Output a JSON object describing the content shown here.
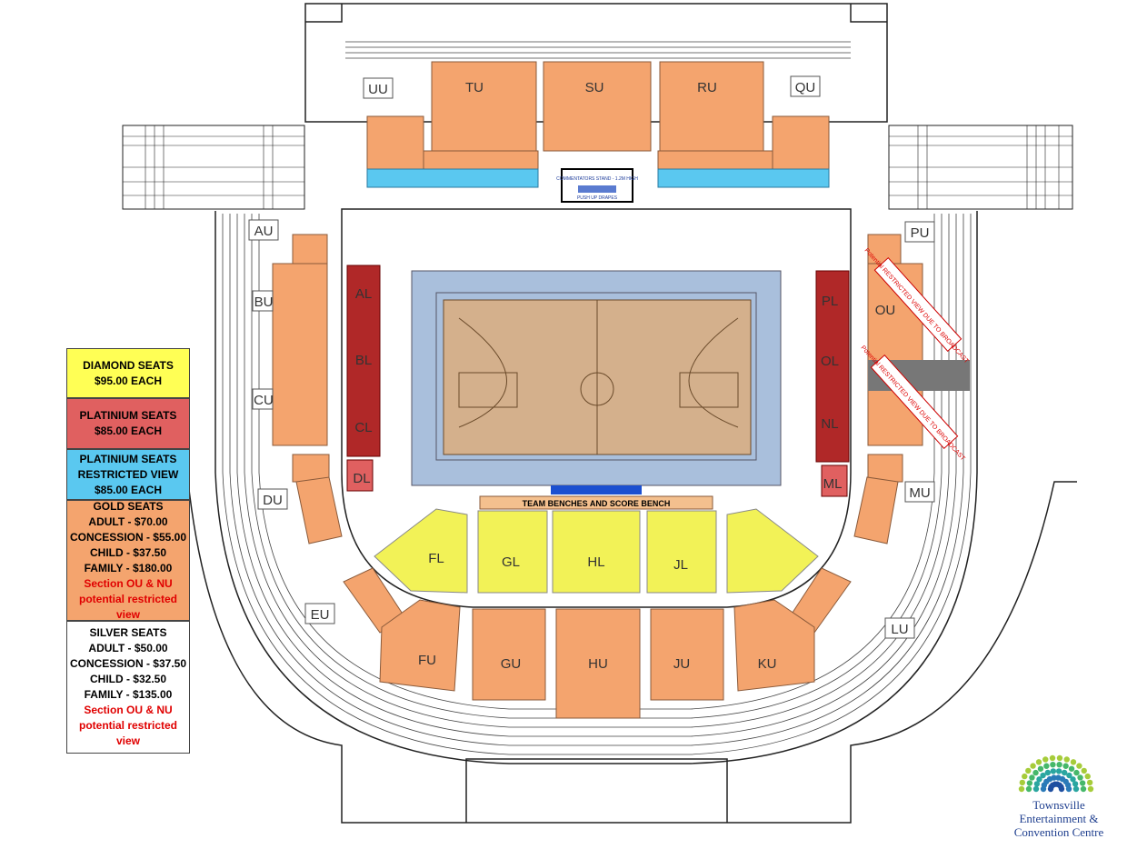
{
  "title": "",
  "legend": [
    {
      "lines": [
        "DIAMOND SEATS",
        "$95.00 EACH"
      ],
      "color": "#ffff55"
    },
    {
      "lines": [
        "PLATINIUM SEATS",
        "$85.00 EACH"
      ],
      "color": "#e06060"
    },
    {
      "lines": [
        "PLATINIUM SEATS",
        "RESTRICTED VIEW",
        "$85.00 EACH"
      ],
      "color": "#5ac8f0"
    },
    {
      "lines": [
        "GOLD SEATS",
        "ADULT - $70.00",
        "CONCESSION - $55.00",
        "CHILD - $37.50",
        "FAMILY - $180.00"
      ],
      "note": [
        "Section OU & NU",
        "potential restricted",
        "view"
      ],
      "color": "#f4a46e"
    },
    {
      "lines": [
        "SILVER SEATS",
        "ADULT - $50.00",
        "CONCESSION - $37.50",
        "CHILD - $32.50",
        "FAMILY - $135.00"
      ],
      "note": [
        "Section OU & NU",
        "potential restricted",
        "view"
      ],
      "color": "#ffffff"
    }
  ],
  "sections": {
    "upper_north": [
      "UU",
      "TU",
      "SU",
      "RU",
      "QU"
    ],
    "upper_west": [
      "AU",
      "BU",
      "CU",
      "DU",
      "EU"
    ],
    "upper_east": [
      "PU",
      "OU",
      "MU",
      "LU"
    ],
    "upper_south": [
      "FU",
      "GU",
      "HU",
      "JU",
      "KU"
    ],
    "platinum_west": [
      "AL",
      "BL",
      "CL",
      "DL"
    ],
    "platinum_east": [
      "PL",
      "OL",
      "NL",
      "ML"
    ],
    "diamond": [
      "FL",
      "GL",
      "HL",
      "JL"
    ]
  },
  "labels": {
    "team_benches": "TEAM BENCHES AND SCORE BENCH",
    "commentators": "COMMENTATORS STAND - 1.2M HIGH",
    "push_up": "PUSH UP DRAPES",
    "restricted_note_1": "Potential RESTRICTED VIEW DUE TO BROADCAST",
    "restricted_note_2": "Potential RESTRICTED VIEW DUE TO BROADCAST"
  },
  "brand": {
    "line1": "Townsville",
    "line2": "Entertainment &",
    "line3": "Convention Centre"
  },
  "colors": {
    "gold": "#f4a46e",
    "diamond": "#f2f257",
    "platinum": "#c03a3a",
    "restricted": "#5ac8f0",
    "court": "#d4b08c",
    "court_surround": "#a9bfdc"
  }
}
